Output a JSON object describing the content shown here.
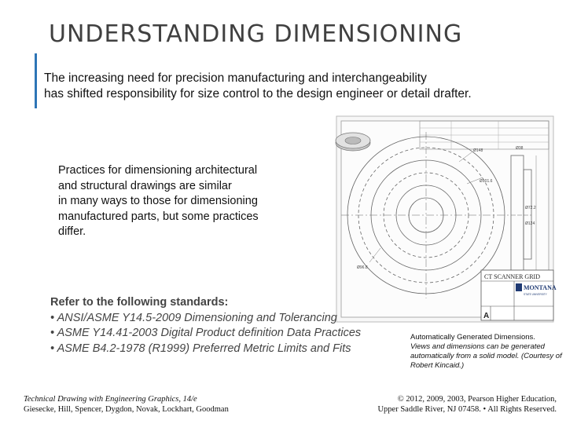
{
  "slide": {
    "title": "UNDERSTANDING DIMENSIONING",
    "intro_line1": "The increasing need for precision manufacturing and interchangeability",
    "intro_line2": "has shifted responsibility for size control to the design engineer or detail drafter.",
    "practices_lines": [
      "Practices for dimensioning architectural",
      "and structural drawings are similar",
      "in many ways to those for dimensioning",
      "manufactured parts, but some practices",
      "differ."
    ],
    "standards_heading": "Refer to the following standards:",
    "standards": [
      "• ANSI/ASME Y14.5-2009 Dimensioning and Tolerancing",
      "• ASME Y14.41-2003 Digital Product definition Data Practices",
      "• ASME B4.2-1978 (R1999) Preferred Metric Limits and Fits"
    ]
  },
  "figure": {
    "caption_line1": "Automatically Generated Dimensions.",
    "caption_line2": "Views and dimensions can be generated automatically from a solid model. (Courtesy of Robert Kincaid.)",
    "title_block_title": "CT SCANNER GRID",
    "title_block_logo": "MONTANA",
    "title_block_logo_sub": "STATE UNIVERSITY",
    "title_block_size": "A",
    "dim_labels": [
      "Ø148",
      "Ø101.6",
      "Ø72.2",
      "Ø124",
      "Ø38",
      "Ø96.8"
    ]
  },
  "footer": {
    "book": "Technical Drawing with Engineering Graphics, 14/e",
    "authors": "Giesecke, Hill, Spencer, Dygdon, Novak, Lockhart, Goodman",
    "copyright": "© 2012, 2009, 2003, Pearson Higher Education,",
    "address": "Upper Saddle River, NJ 07458. • All Rights Reserved."
  }
}
